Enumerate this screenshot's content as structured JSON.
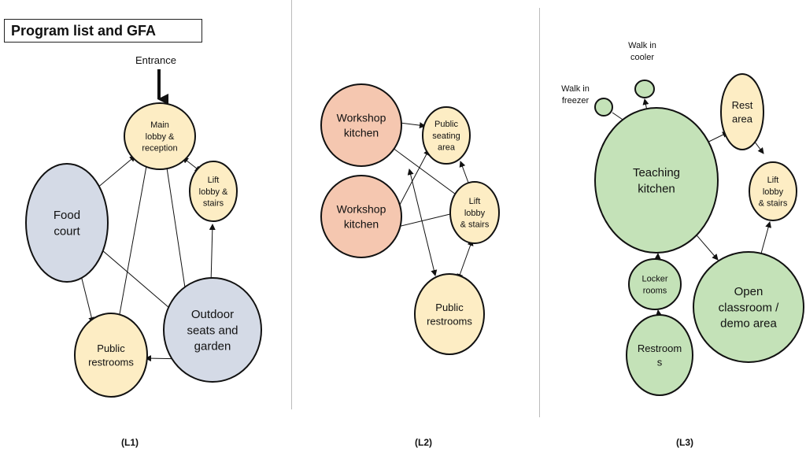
{
  "title": "Program list and GFA",
  "entrance_label": "Entrance",
  "colors": {
    "circulation": "#fdedc4",
    "public": "#d4dae6",
    "kitchen": "#f5c7b0",
    "education": "#c4e2b8",
    "stroke": "#111111"
  },
  "panels": [
    {
      "caption": "(L1)",
      "nodes": [
        {
          "label": "Main lobby & reception",
          "lines": [
            "Main",
            "lobby &",
            "reception"
          ],
          "color": "circulation"
        },
        {
          "label": "Lift lobby & stairs",
          "lines": [
            "Lift",
            "lobby &",
            "stairs"
          ],
          "color": "circulation"
        },
        {
          "label": "Food court",
          "lines": [
            "Food",
            "court"
          ],
          "color": "public"
        },
        {
          "label": "Outdoor seats and garden",
          "lines": [
            "Outdoor",
            "seats and",
            "garden"
          ],
          "color": "public"
        },
        {
          "label": "Public restrooms",
          "lines": [
            "Public",
            "restrooms"
          ],
          "color": "circulation"
        }
      ]
    },
    {
      "caption": "(L2)",
      "nodes": [
        {
          "label": "Workshop kitchen",
          "lines": [
            "Workshop",
            "kitchen"
          ],
          "color": "kitchen"
        },
        {
          "label": "Workshop kitchen",
          "lines": [
            "Workshop",
            "kitchen"
          ],
          "color": "kitchen"
        },
        {
          "label": "Public seating area",
          "lines": [
            "Public",
            "seating",
            "area"
          ],
          "color": "circulation"
        },
        {
          "label": "Lift lobby & stairs",
          "lines": [
            "Lift",
            "lobby",
            "& stairs"
          ],
          "color": "circulation"
        },
        {
          "label": "Public restrooms",
          "lines": [
            "Public",
            "restrooms"
          ],
          "color": "circulation"
        }
      ]
    },
    {
      "caption": "(L3)",
      "nodes": [
        {
          "label": "Walk in cooler",
          "lines": [
            "Walk in",
            "cooler"
          ],
          "color": "education"
        },
        {
          "label": "Walk in freezer",
          "lines": [
            "Walk in",
            "freezer"
          ],
          "color": "education"
        },
        {
          "label": "Teaching kitchen",
          "lines": [
            "Teaching",
            "kitchen"
          ],
          "color": "education"
        },
        {
          "label": "Rest area",
          "lines": [
            "Rest",
            "area"
          ],
          "color": "circulation"
        },
        {
          "label": "Lift lobby & stairs",
          "lines": [
            "Lift",
            "lobby",
            "& stairs"
          ],
          "color": "circulation"
        },
        {
          "label": "Locker rooms",
          "lines": [
            "Locker",
            "rooms"
          ],
          "color": "education"
        },
        {
          "label": "Open classroom / demo area",
          "lines": [
            "Open",
            "classroom /",
            "demo area"
          ],
          "color": "education"
        },
        {
          "label": "Restrooms",
          "lines": [
            "Restroom",
            "s"
          ],
          "color": "education"
        }
      ]
    }
  ]
}
